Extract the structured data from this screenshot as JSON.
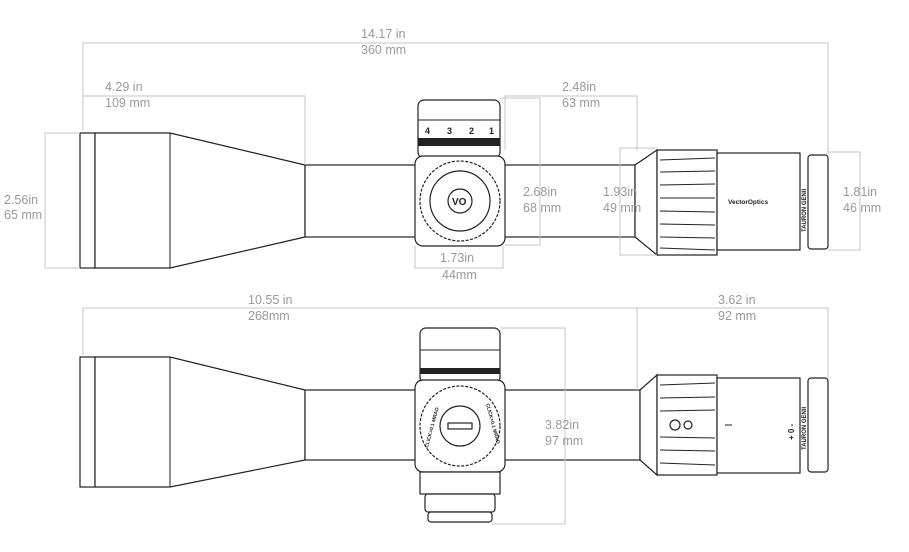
{
  "dimensions": {
    "overall_length": {
      "in": "14.17 in",
      "mm": "360 mm"
    },
    "objective_length": {
      "in": "4.29 in",
      "mm": "109 mm"
    },
    "eyepiece_length": {
      "in": "2.48in",
      "mm": "63 mm"
    },
    "objective_diameter": {
      "in": "2.56in",
      "mm": "65 mm"
    },
    "turret_height": {
      "in": "2.68in",
      "mm": "68 mm"
    },
    "turret_width": {
      "in": "1.73in",
      "mm": "44mm"
    },
    "eyepiece_diameter": {
      "in": "1.93in",
      "mm": "49 mm"
    },
    "ocular_diameter": {
      "in": "1.81in",
      "mm": "46 mm"
    },
    "body_length": {
      "in": "10.55 in",
      "mm": "268mm"
    },
    "eye_relief_section": {
      "in": "3.62 in",
      "mm": "92 mm"
    },
    "turret_total_height": {
      "in": "3.82in",
      "mm": "97 mm"
    }
  },
  "scope_markings": {
    "brand": "VectorOptics",
    "model": "TAURON GENII",
    "turret_numbers": [
      "4",
      "3",
      "2",
      "1"
    ],
    "diopter": "+ 0 -",
    "windage_cap_left": "CLICK=0.1 MRAD",
    "windage_cap_right": "CLICK=0.1 MRAD"
  }
}
